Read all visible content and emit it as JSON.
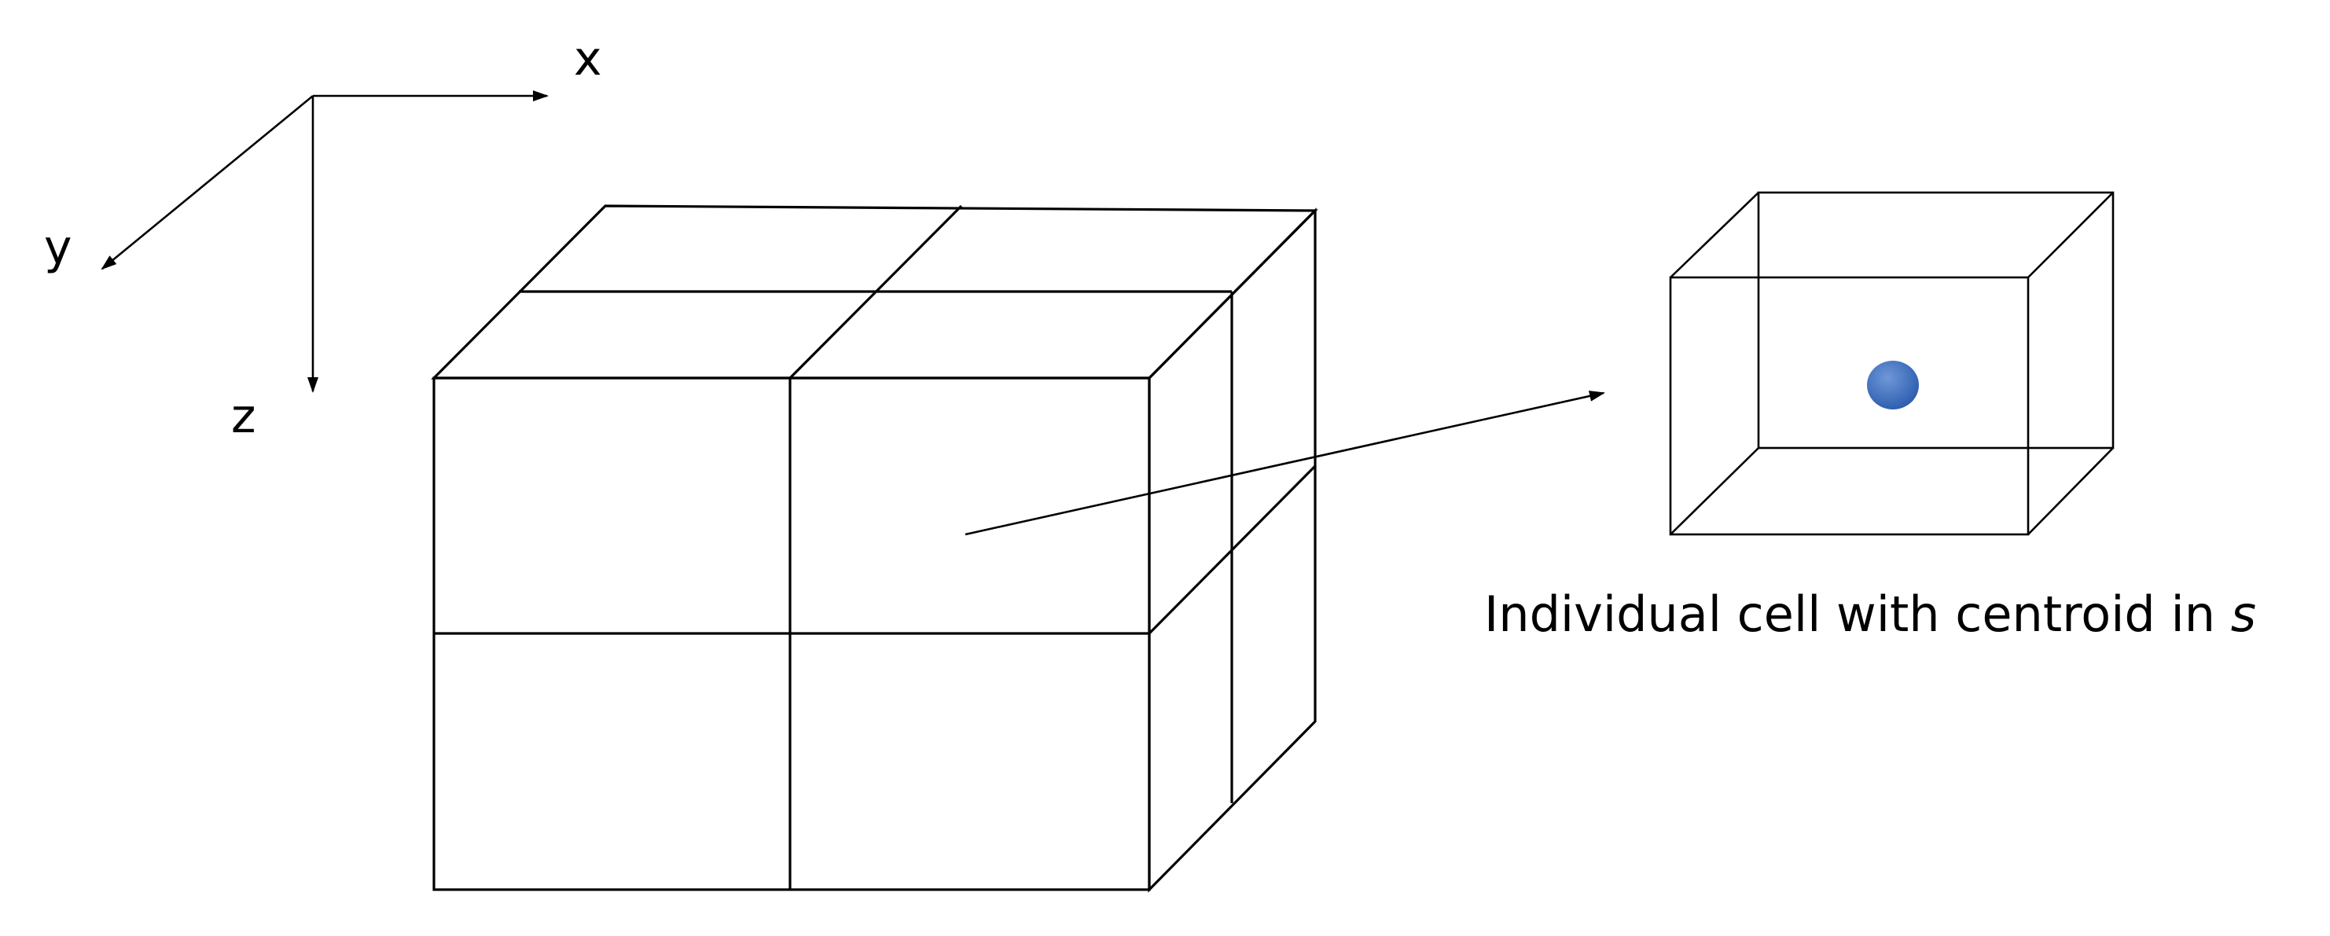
{
  "axes": {
    "x_label": "x",
    "y_label": "y",
    "z_label": "z"
  },
  "caption": {
    "text": "Individual cell with centroid in ",
    "variable": "s"
  },
  "colors": {
    "stroke": "#000000",
    "side_face": "#d0d0d0",
    "front_face": "#ffffff",
    "centroid": "#2f5fb0",
    "centroid_highlight": "#6f98d8"
  }
}
